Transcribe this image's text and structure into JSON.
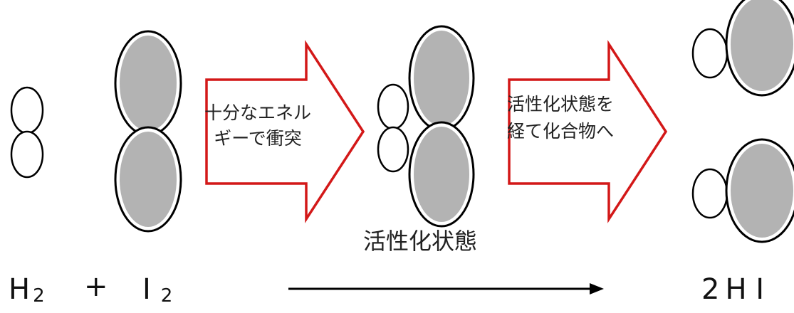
{
  "arrow1_lines": [
    "十分なエネル",
    "ギーで衝突"
  ],
  "arrow2_lines": [
    "活性化状態を",
    "経て化合物へ"
  ],
  "activated_state_label": "活性化状態",
  "reactants": {
    "h2": {
      "symbol": "H",
      "subscript": "2"
    },
    "plus": "+",
    "i2": {
      "symbol": "I",
      "subscript": "2"
    }
  },
  "product": {
    "coefficient": "2",
    "formula": "H I"
  },
  "colors": {
    "arrow_border": "#d31818",
    "iodine_fill": "#b3b3b3",
    "outline": "#000000"
  }
}
